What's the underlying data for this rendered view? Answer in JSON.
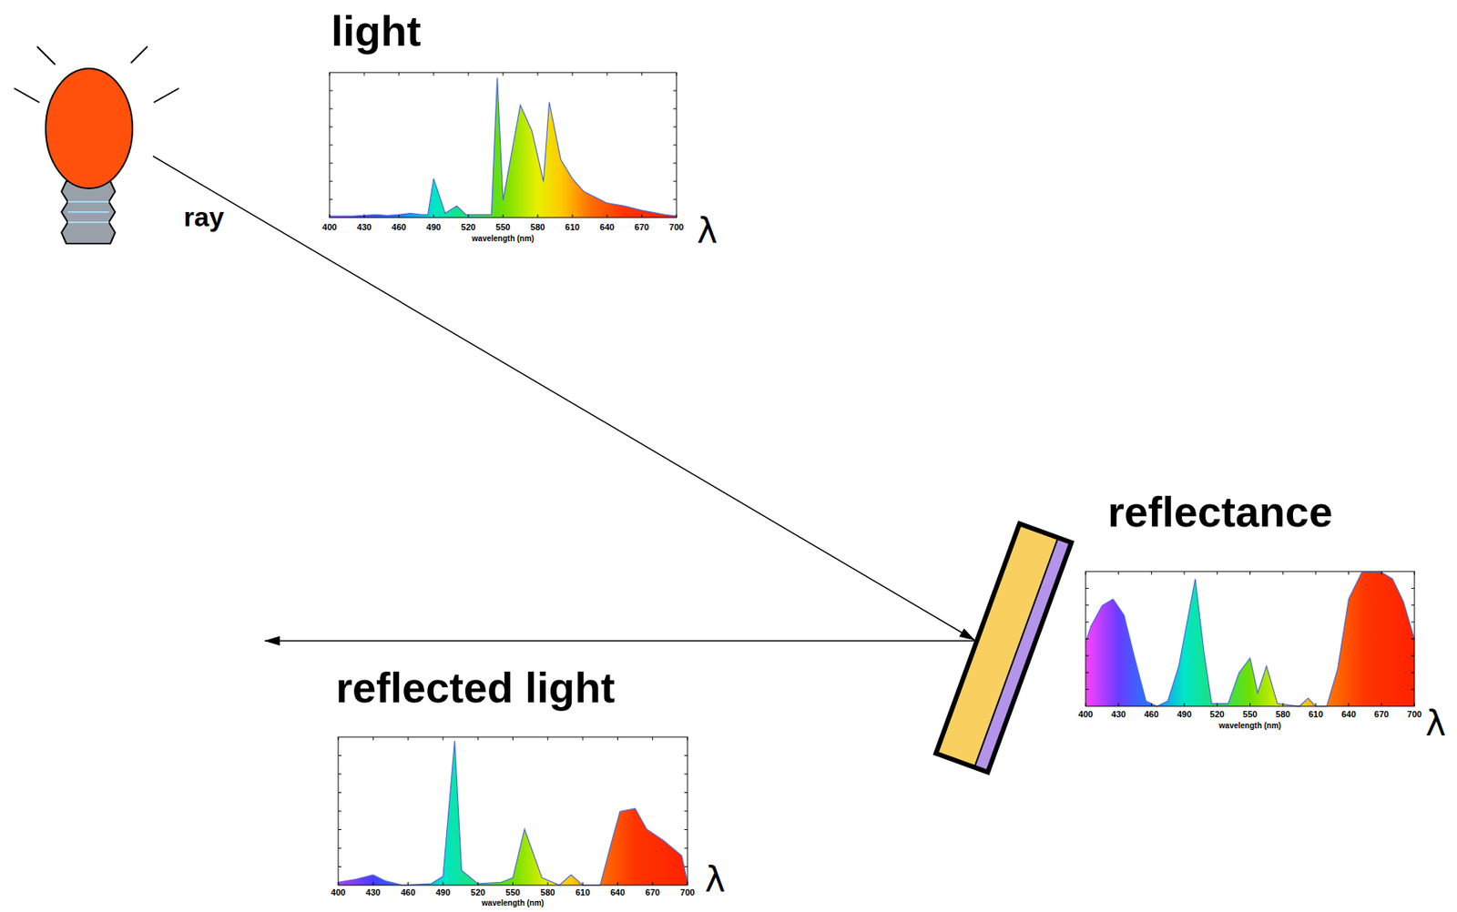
{
  "diagram": {
    "labels": [
      "light",
      "400",
      "430",
      "460",
      "490",
      "520",
      "550",
      "580",
      "610",
      "640",
      "670",
      "700",
      "wavelength (nm)",
      "λ",
      "ray",
      "reflectance",
      "400",
      "430",
      "460",
      "490",
      "520",
      "550",
      "580",
      "610",
      "640",
      "670",
      "700",
      "wavelength (nm)",
      "λ",
      "reflected light",
      "400",
      "430",
      "460",
      "490",
      "520",
      "550",
      "580",
      "610",
      "640",
      "670",
      "700",
      "wavelength (nm)",
      "λ"
    ]
  }
}
